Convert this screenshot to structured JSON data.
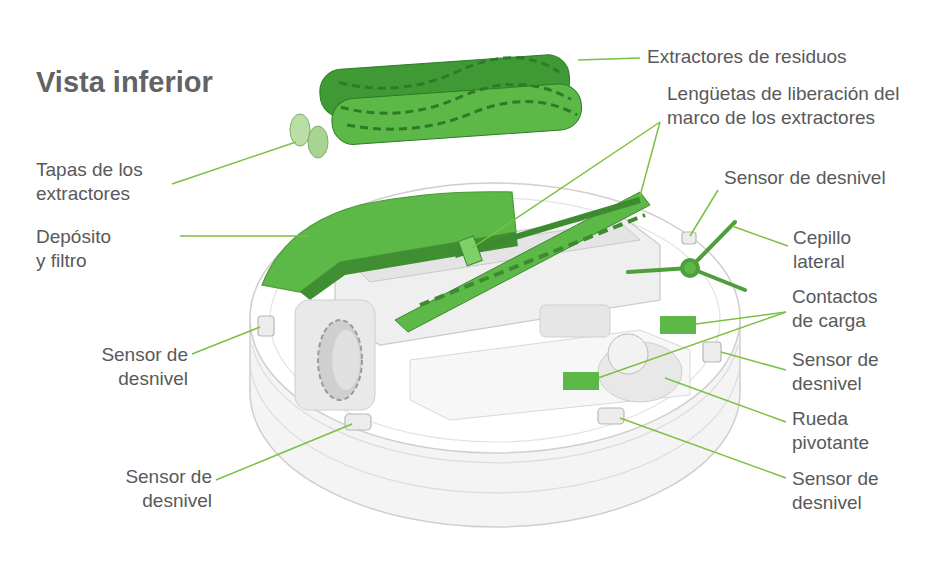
{
  "diagram": {
    "title": "Vista inferior",
    "labels": [
      "Extractores de residuos",
      "Lengüetas de liberación del marco de los extractores",
      "Tapas de los extractores",
      "Sensor de desnivel",
      "Depósito y filtro",
      "Cepillo lateral",
      "Contactos de carga",
      "Sensor de desnivel",
      "Sensor de desnivel",
      "Rueda pivotante",
      "Sensor de desnivel",
      "Sensor de desnivel"
    ]
  }
}
